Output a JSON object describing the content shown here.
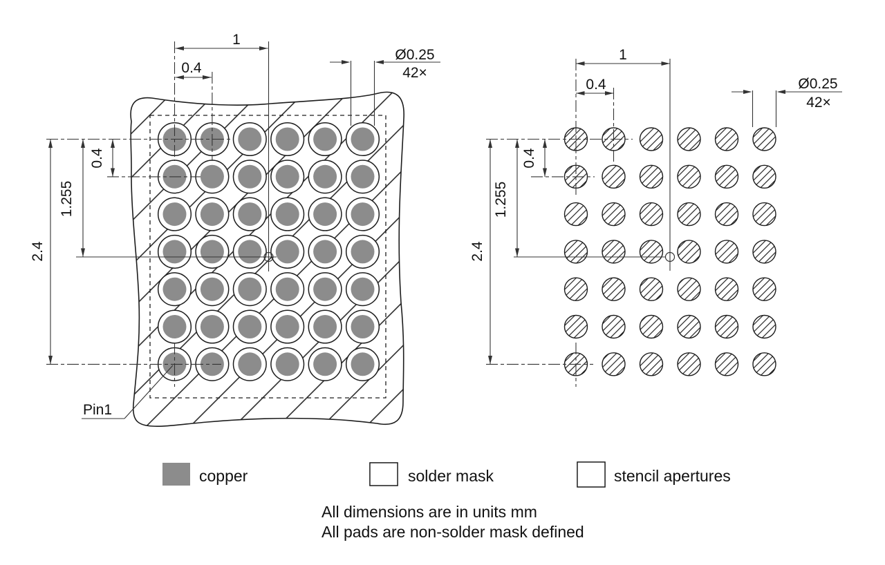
{
  "left_view": {
    "name": "pcb land pattern (copper + solder mask)",
    "dim_pitch_to_center": "1",
    "dim_pad_pitch": "0.4",
    "dim_row_pitch": "0.4",
    "dim_row_to_center": "1.255",
    "dim_total_height": "2.4",
    "pad_diameter": "Ø0.25",
    "pad_count_label": "42×",
    "pin1_label": "Pin1",
    "grid_columns": 6,
    "grid_rows": 7,
    "pad_count": 42
  },
  "right_view": {
    "name": "stencil apertures pattern",
    "dim_pitch_to_center": "1",
    "dim_pad_pitch": "0.4",
    "dim_row_pitch": "0.4",
    "dim_row_to_center": "1.255",
    "dim_total_height": "2.4",
    "pad_diameter": "Ø0.25",
    "pad_count_label": "42×",
    "grid_columns": 6,
    "grid_rows": 7,
    "pad_count": 42
  },
  "legend": {
    "copper_label": "copper",
    "solder_mask_label": "solder mask",
    "stencil_label": "stencil apertures"
  },
  "notes": {
    "line1": "All dimensions are in units mm",
    "line2": "All pads are non-solder mask defined"
  },
  "colors": {
    "copper": "#8c8c8c",
    "line": "#1c1c1c",
    "background": "#ffffff"
  }
}
